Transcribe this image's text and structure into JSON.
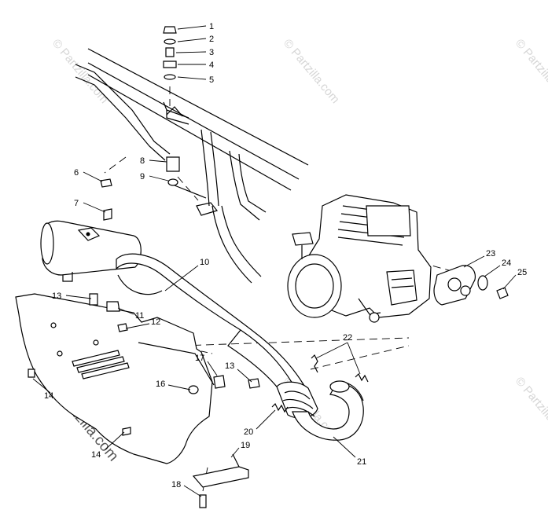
{
  "diagram": {
    "callouts": [
      "1",
      "2",
      "3",
      "4",
      "5",
      "6",
      "7",
      "8",
      "9",
      "10",
      "11",
      "12",
      "13",
      "13",
      "14",
      "14",
      "16",
      "17",
      "18",
      "19",
      "20",
      "21",
      "22",
      "23",
      "24",
      "25"
    ],
    "watermarks": [
      "© Partzilla.com",
      "© Partzilla.com",
      "© Partzilla.com",
      "© Partzilla.com",
      "© Partzilla.com",
      "© Partzilla.com"
    ]
  }
}
